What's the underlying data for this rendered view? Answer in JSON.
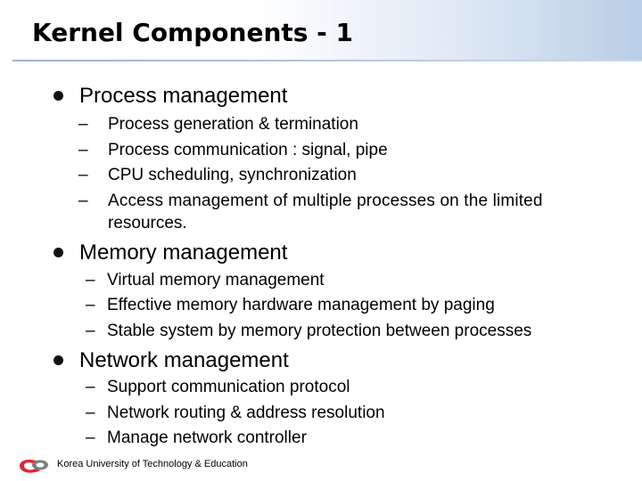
{
  "slide": {
    "title": "Kernel Components - 1"
  },
  "sections": [
    {
      "heading": "Process management",
      "items": [
        "Process generation & termination",
        "Process communication : signal, pipe",
        "CPU scheduling, synchronization",
        "Access management of multiple processes on the limited",
        "resources."
      ]
    },
    {
      "heading": "Memory management",
      "items": [
        "Virtual memory management",
        "Effective memory hardware management by paging",
        "Stable system by memory protection between processes"
      ]
    },
    {
      "heading": "Network management",
      "items": [
        "Support communication protocol",
        "Network routing & address resolution",
        "Manage network controller"
      ]
    }
  ],
  "footer": {
    "institution": "Korea University of Technology & Education",
    "logo_icon": "koreatech-logo-icon"
  },
  "colors": {
    "title_band_accent": "#b9cde6",
    "logo_red": "#e2242b",
    "logo_gray": "#7d7d7d"
  }
}
